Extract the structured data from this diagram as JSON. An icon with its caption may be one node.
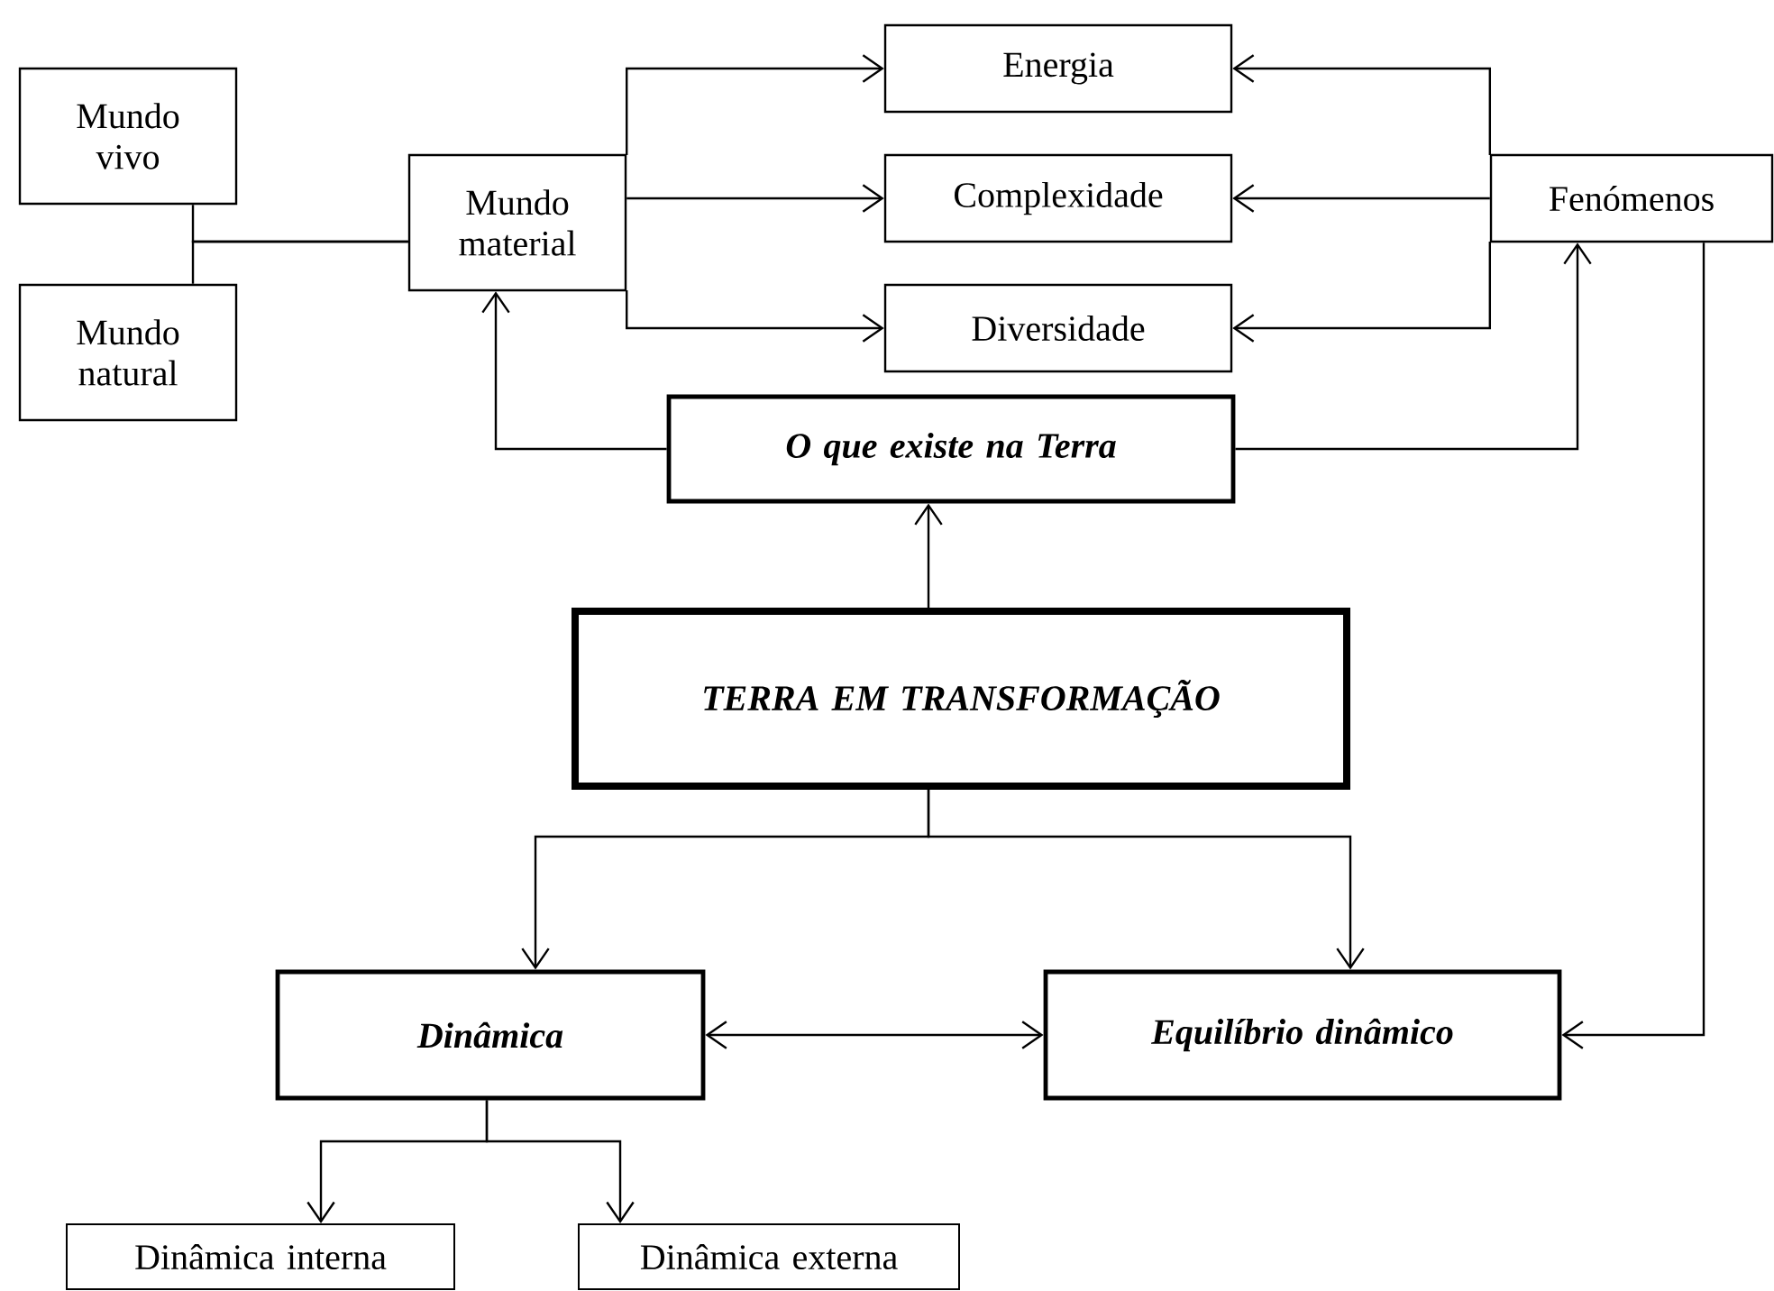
{
  "diagram": {
    "nodes": [
      {
        "text": [
          "Mundo vivo"
        ]
      },
      {
        "text": [
          "Mundo natural"
        ]
      },
      {
        "text": [
          "Mundo material"
        ]
      },
      {
        "text": [
          "Energia"
        ]
      },
      {
        "text": [
          "Complexidade"
        ]
      },
      {
        "text": [
          "Diversidade"
        ]
      },
      {
        "text": [
          "Fenómenos"
        ]
      },
      {
        "text": [
          "O que existe na Terra"
        ]
      },
      {
        "text": [
          "TERRA EM TRANSFORMAÇÃO"
        ]
      },
      {
        "text": [
          "Dinâmica"
        ]
      },
      {
        "text": [
          "Equilíbrio dinâmico"
        ]
      },
      {
        "text": [
          "Dinâmica interna"
        ]
      },
      {
        "text": [
          "Dinâmica externa"
        ]
      }
    ],
    "edges": [
      {
        "from": 0,
        "to": 2,
        "arrow": "none"
      },
      {
        "from": 1,
        "to": 2,
        "arrow": "none"
      },
      {
        "from": 2,
        "to": 3,
        "arrow": "to"
      },
      {
        "from": 2,
        "to": 4,
        "arrow": "to"
      },
      {
        "from": 2,
        "to": 5,
        "arrow": "to"
      },
      {
        "from": 6,
        "to": 3,
        "arrow": "to"
      },
      {
        "from": 6,
        "to": 4,
        "arrow": "to"
      },
      {
        "from": 6,
        "to": 5,
        "arrow": "to"
      },
      {
        "from": 7,
        "to": 2,
        "arrow": "to"
      },
      {
        "from": 7,
        "to": 6,
        "arrow": "to"
      },
      {
        "from": 8,
        "to": 7,
        "arrow": "to"
      },
      {
        "from": 8,
        "to": 9,
        "arrow": "to"
      },
      {
        "from": 8,
        "to": 10,
        "arrow": "to"
      },
      {
        "from": 9,
        "to": 10,
        "arrow": "both"
      },
      {
        "from": 6,
        "to": 10,
        "arrow": "to"
      },
      {
        "from": 9,
        "to": 11,
        "arrow": "to"
      },
      {
        "from": 9,
        "to": 12,
        "arrow": "to"
      }
    ]
  }
}
